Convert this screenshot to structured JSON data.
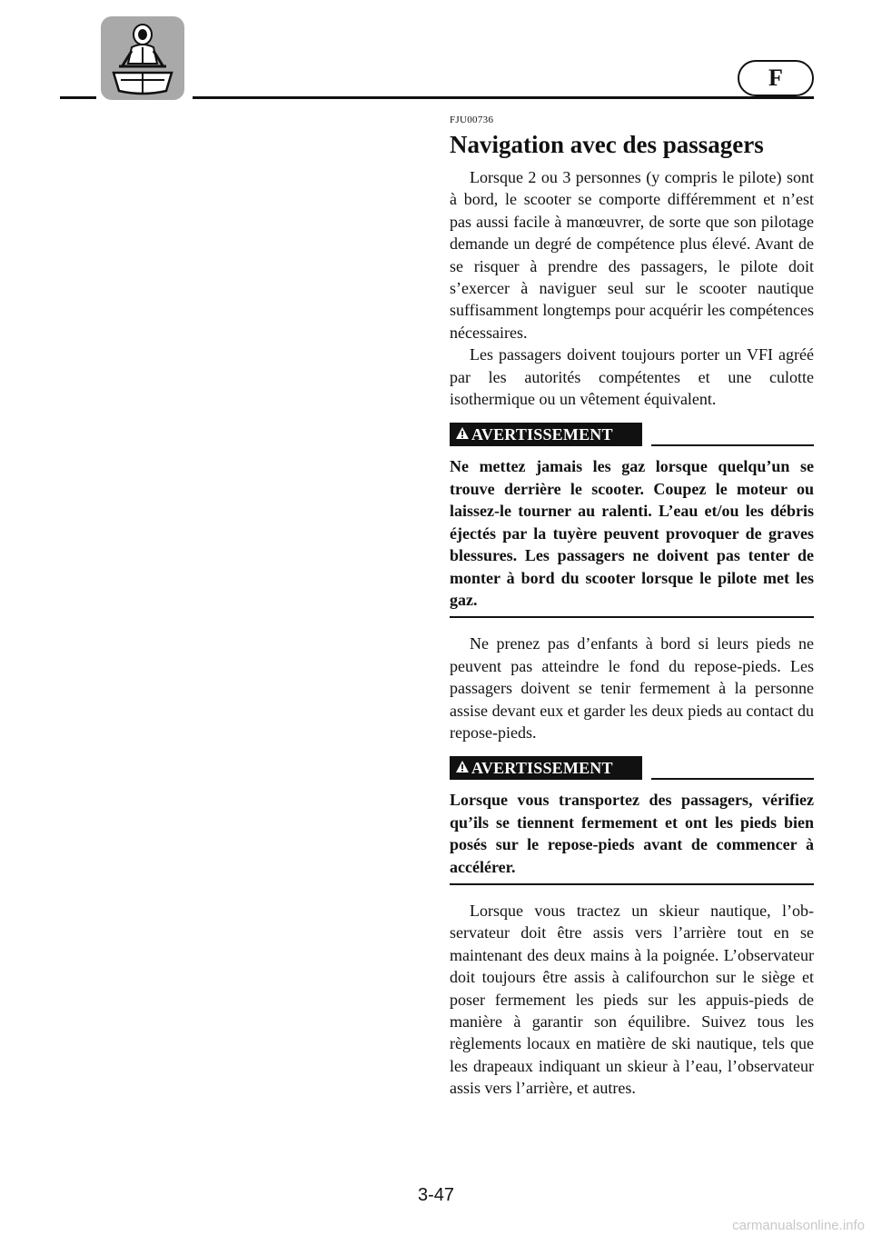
{
  "header": {
    "language_badge": "F",
    "logo_icon": "jet-ski-rider-icon"
  },
  "section": {
    "code": "FJU00736",
    "title": "Navigation avec des passagers"
  },
  "paragraphs": {
    "p1": "Lorsque 2 ou 3 personnes (y compris le pilo­te) sont à bord, le scooter se comporte différem­ment et n’est pas aussi facile à manœuvrer, de sorte que son pilotage demande un degré de compétence plus élevé. Avant de se risquer à prendre des passagers, le pilote doit s’exercer à naviguer seul sur le scooter nautique suffisam­ment longtemps pour acquérir les compétences nécessaires.",
    "p2": "Les passagers doivent toujours porter un VFI agréé par les autorités compétentes et une culotte isothermique ou un vêtement équivalent.",
    "p3": "Ne prenez pas d’enfants à bord si leurs pieds ne peuvent pas atteindre le fond du repose-pieds. Les passagers doivent se tenir fermement à la personne assise devant eux et garder les deux pieds au contact du repose-pieds.",
    "p4": "Lorsque vous tractez un skieur nautique, l’ob­servateur doit être assis vers l’arrière tout en se maintenant des deux mains à la poignée. L’ob­servateur doit toujours être assis à califourchon sur le siège et poser fermement les pieds sur les appuis-pieds de manière à garantir son équilibre. Suivez tous les règlements locaux en matière de ski nautique, tels que les drapeaux indiquant un skieur à l’eau, l’observateur assis vers l’arrière, et autres."
  },
  "warnings": {
    "label": "AVERTISSEMENT",
    "w1": "Ne mettez jamais les gaz lorsque quelqu’un se trouve derrière le scooter. Coupez le moteur ou laissez-le tourner au ralenti. L’eau et/ou les débris éjectés par la tuyère peuvent provo­quer de graves blessures. Les passagers ne doivent pas tenter de monter à bord du scoo­ter lorsque le pilote met les gaz.",
    "w2": "Lorsque vous transportez des passagers, véri­fiez qu’ils se tiennent fermement et ont les pieds bien posés sur le repose-pieds avant de commencer à accélérer."
  },
  "footer": {
    "page_number": "3-47",
    "watermark": "carmanualsonline.info"
  }
}
